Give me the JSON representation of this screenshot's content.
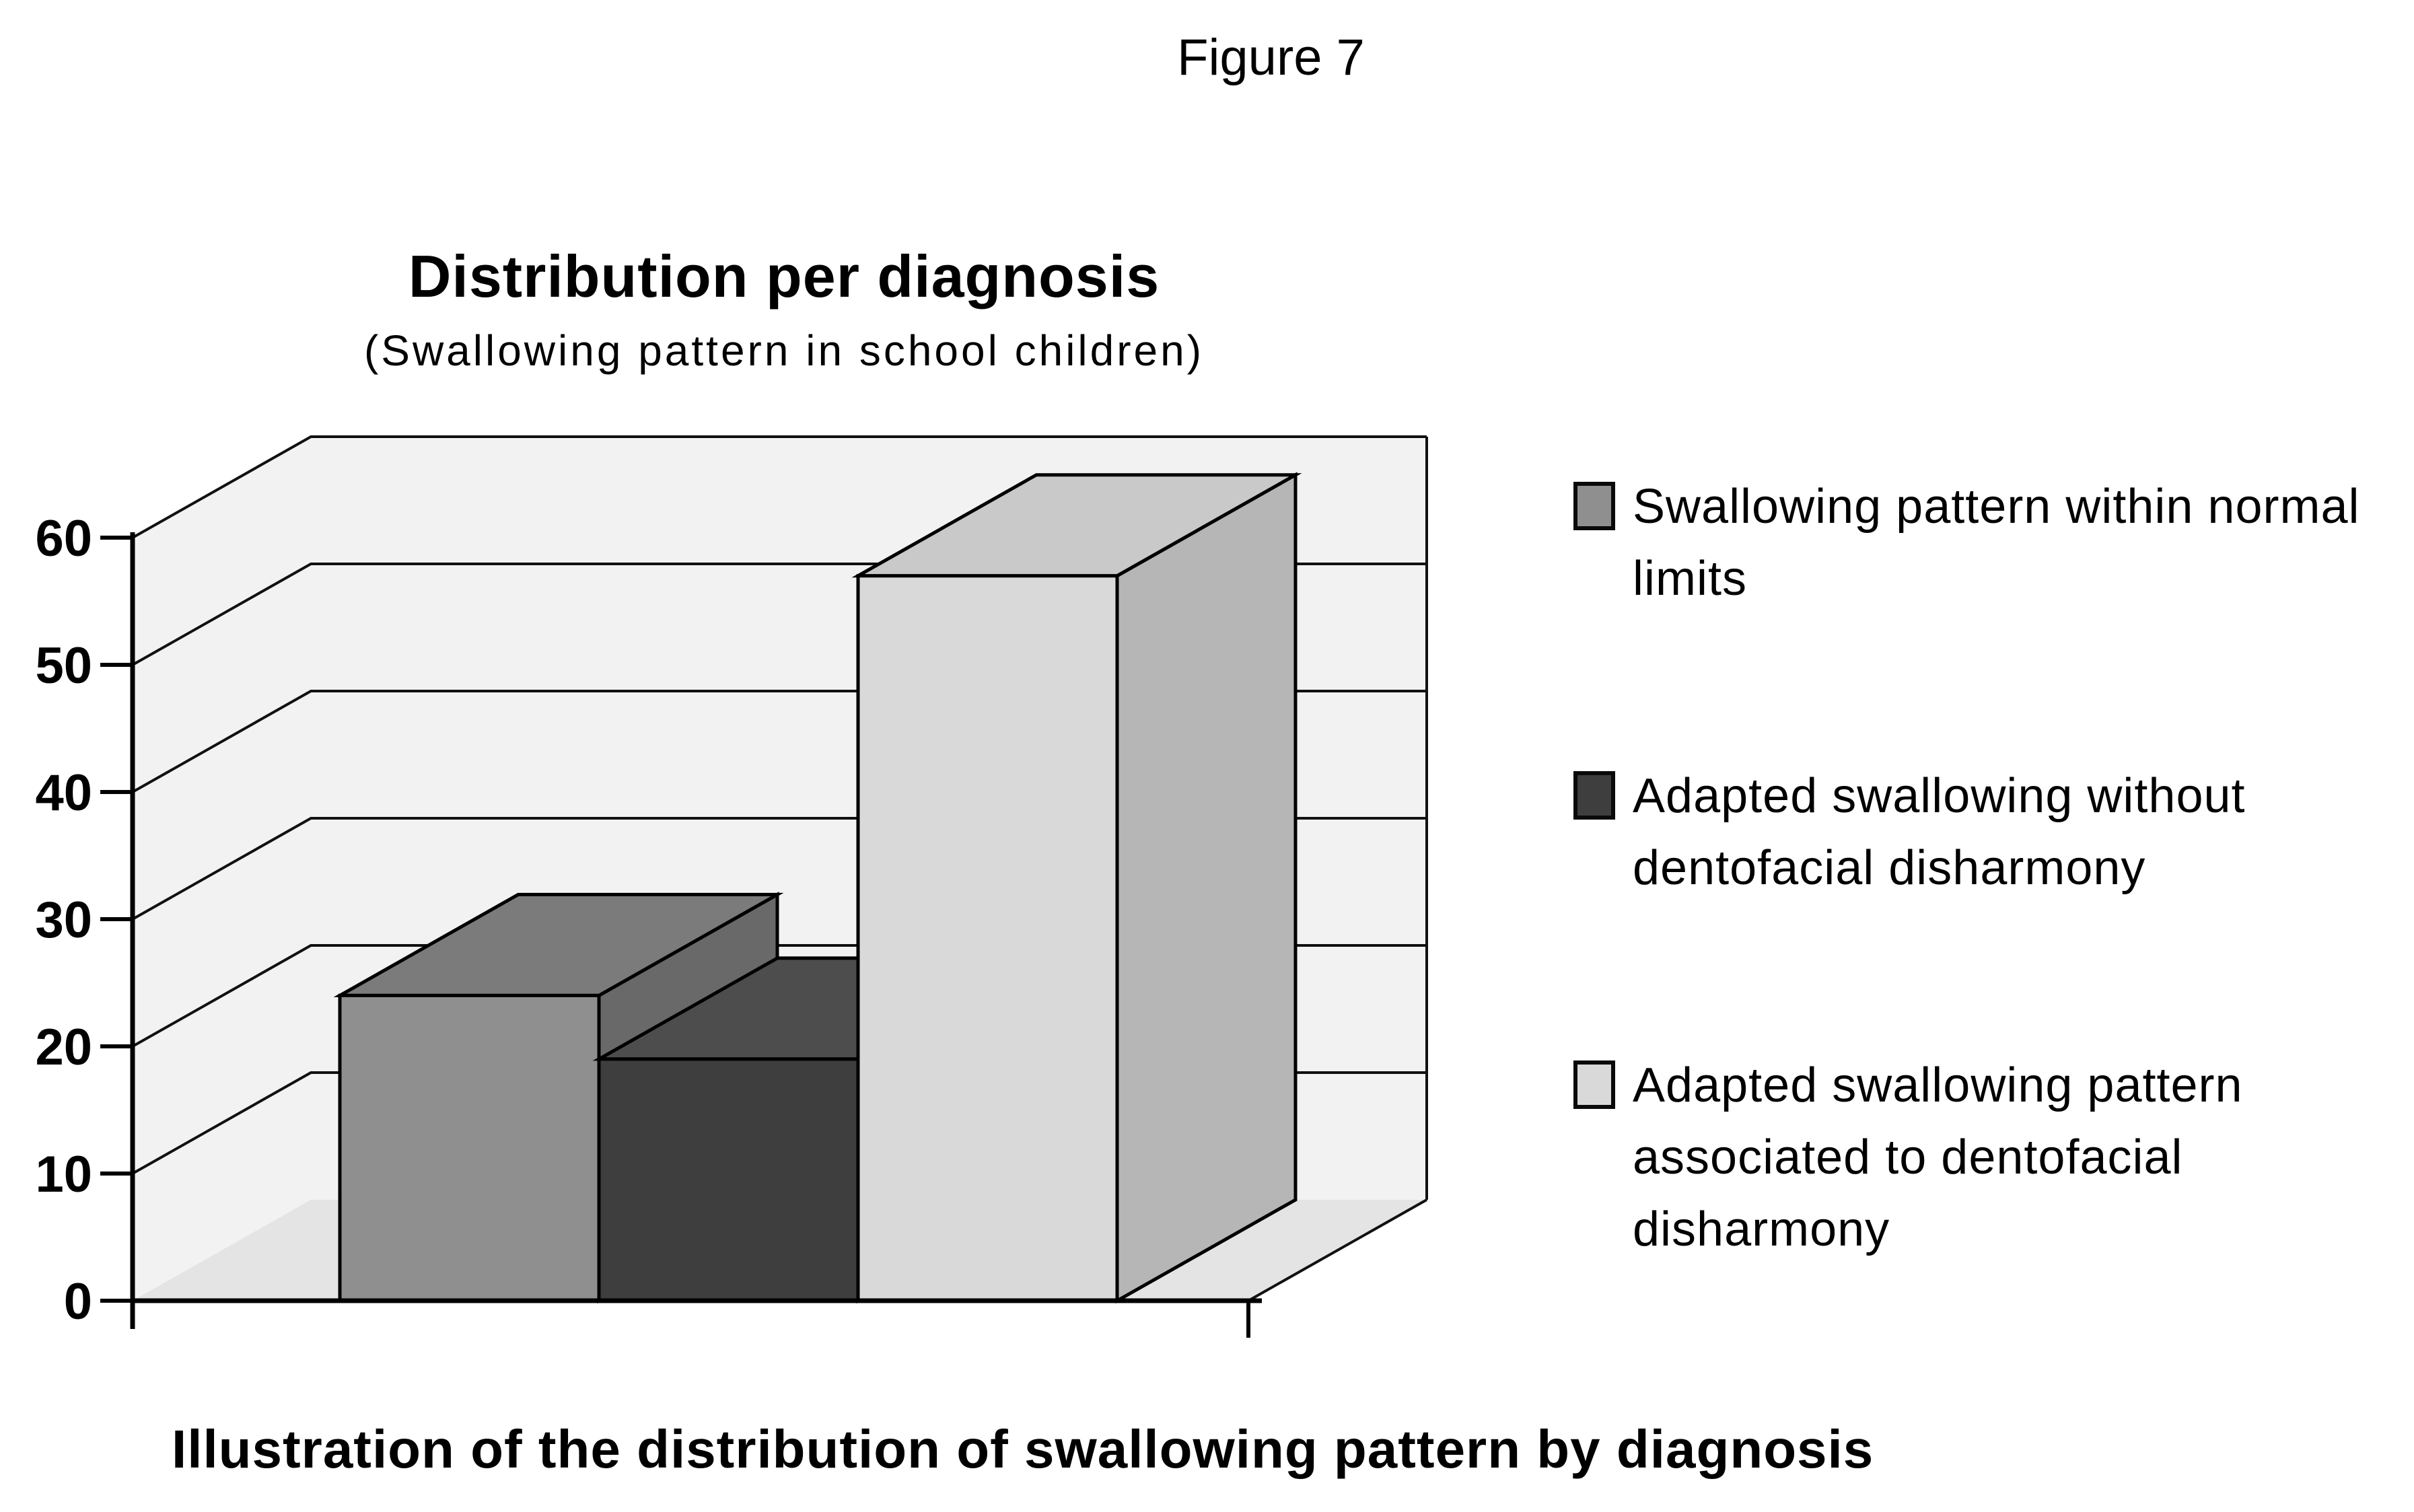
{
  "figure_label": "Figure 7",
  "chart": {
    "title": "Distribution per diagnosis",
    "subtitle": "(Swallowing pattern in school children)"
  },
  "chart_data": {
    "type": "bar",
    "style": "3d-column",
    "title": "Distribution per diagnosis",
    "subtitle": "(Swallowing pattern in school children)",
    "categories": [
      "Swallowing pattern within normal limits",
      "Adapted swallowing without dentofacial disharmony",
      "Adapted swallowing pattern associated to dentofacial disharmony"
    ],
    "values": [
      24,
      19,
      57
    ],
    "ylim": [
      0,
      60
    ],
    "yticks": [
      0,
      10,
      20,
      30,
      40,
      50,
      60
    ],
    "grid": true,
    "legend_position": "right",
    "colors": {
      "wall": "#f2f2f2",
      "floor": "#e4e4e4",
      "outline": "#000000"
    },
    "series_colors": [
      {
        "front": "#8f8f8f",
        "top": "#7b7b7b",
        "side": "#696969"
      },
      {
        "front": "#3e3e3e",
        "top": "#4d4d4d",
        "side": "#2e2e2e"
      },
      {
        "front": "#d9d9d9",
        "top": "#c9c9c9",
        "side": "#b6b6b6"
      }
    ]
  },
  "legend": {
    "items": [
      {
        "label": "Swallowing pattern within normal limits",
        "color": "#8f8f8f"
      },
      {
        "label": "Adapted swallowing without dentofacial disharmony",
        "color": "#3e3e3e"
      },
      {
        "label": "Adapted swallowing pattern associated to dentofacial disharmony",
        "color": "#d9d9d9"
      }
    ]
  },
  "caption": "Illustration of the distribution of swallowing pattern by diagnosis"
}
